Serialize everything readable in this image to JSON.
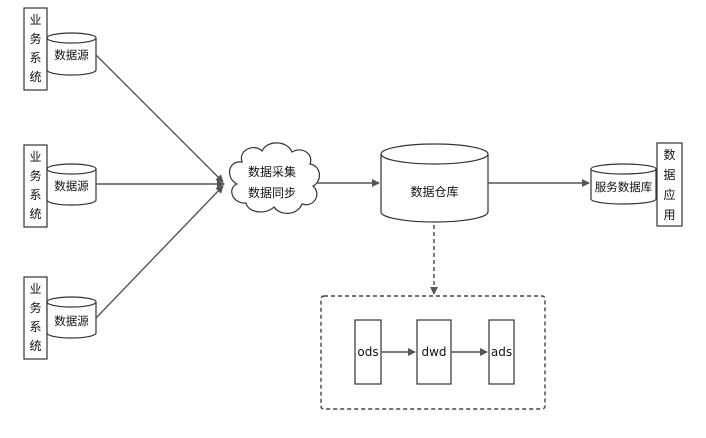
{
  "sources": [
    {
      "system_chars": [
        "业",
        "务",
        "系",
        "统"
      ],
      "db_label": "数据源"
    },
    {
      "system_chars": [
        "业",
        "务",
        "系",
        "统"
      ],
      "db_label": "数据源"
    },
    {
      "system_chars": [
        "业",
        "务",
        "系",
        "统"
      ],
      "db_label": "数据源"
    }
  ],
  "sync": {
    "line1": "数据采集",
    "line2": "数据同步"
  },
  "warehouse": {
    "label": "数据仓库"
  },
  "service_db": {
    "label": "服务数据库"
  },
  "app_chars": [
    "数",
    "据",
    "应",
    "用"
  ],
  "layers": [
    "ods",
    "dwd",
    "ads"
  ]
}
